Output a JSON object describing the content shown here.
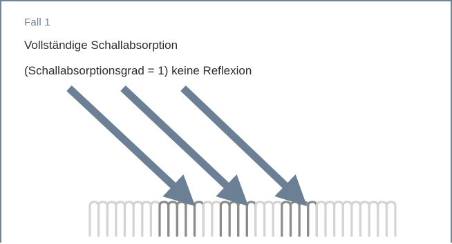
{
  "case_label": "Fall 1",
  "heading": "Vollständige Schallabsorption",
  "subheading": "(Schallabsorptionsgrad = 1)  keine Reflexion",
  "colors": {
    "frame": "#6f8399",
    "arrow": "#6b7f95",
    "absorber_light": "#d4d4d4",
    "absorber_dark": "#8c8c8c",
    "label_accent": "#6f8399",
    "text": "#2b2b2b"
  },
  "icons": {
    "arrow": "sound-wave-arrow-icon",
    "absorber": "absorber-material-icon"
  },
  "arrow_count": 3
}
